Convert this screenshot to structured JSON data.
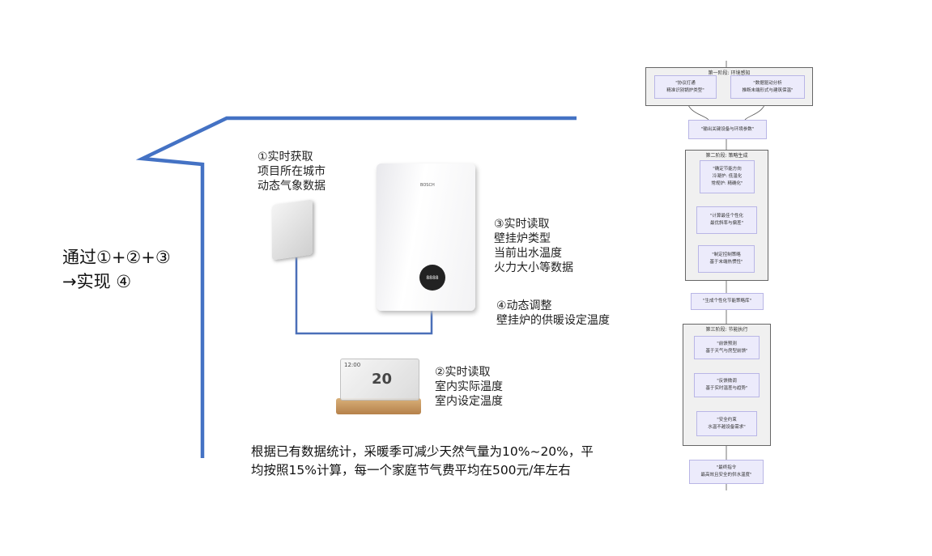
{
  "headline": {
    "line1": "通过①+②+③",
    "line2": "→实现 ④"
  },
  "annotations": {
    "a1": [
      "①实时获取",
      "项目所在城市",
      "动态气象数据"
    ],
    "a3": [
      "③实时读取",
      "壁挂炉类型",
      "当前出水温度",
      "火力大小等数据"
    ],
    "a4": [
      "④动态调整",
      "壁挂炉的供暖设定温度"
    ],
    "a2": [
      "②实时读取",
      "室内实际温度",
      "室内设定温度"
    ]
  },
  "statistic": {
    "line1": "根据已有数据统计，采暖季可减少天然气量为10%~20%，平",
    "line2": "均按照15%计算，每一个家庭节气费平均在500元/年左右"
  },
  "devices": {
    "boiler_brand": "BOSCH",
    "boiler_display": "8888",
    "thermostat_time": "12:00",
    "thermostat_temp": "20"
  },
  "flowchart": {
    "stage1": {
      "title": "第一阶段: 环境感知",
      "nodes": [
        "\"协议打通\n精准识别锅炉类型\"",
        "\"数据驱动分析\n推断末端形式与建筑保温\""
      ]
    },
    "out1": "\"输出关键设备与环境参数\"",
    "stage2": {
      "title": "第二阶段: 策略生成",
      "nodes": [
        "\"确定节能方向\n冷凝炉: 低温化\n常规炉: 精确化\"",
        "\"计算最佳个性化\n最优斜率与偏差\"",
        "\"制定控制策略\n基于末端热惯性\""
      ]
    },
    "out2": "\"生成个性化节能策略库\"",
    "stage3": {
      "title": "第三阶段: 节能执行",
      "nodes": [
        "\"前馈预测\n基于天气与房型前馈\"",
        "\"反馈微调\n基于实时温差与趋势\"",
        "\"安全约束\n水温不越设备需求\""
      ]
    },
    "final": "\"最终指令\n最高效且安全的供水温度\""
  },
  "colors": {
    "house_line": "#4472c4",
    "pipe": "#4a6fb8"
  }
}
